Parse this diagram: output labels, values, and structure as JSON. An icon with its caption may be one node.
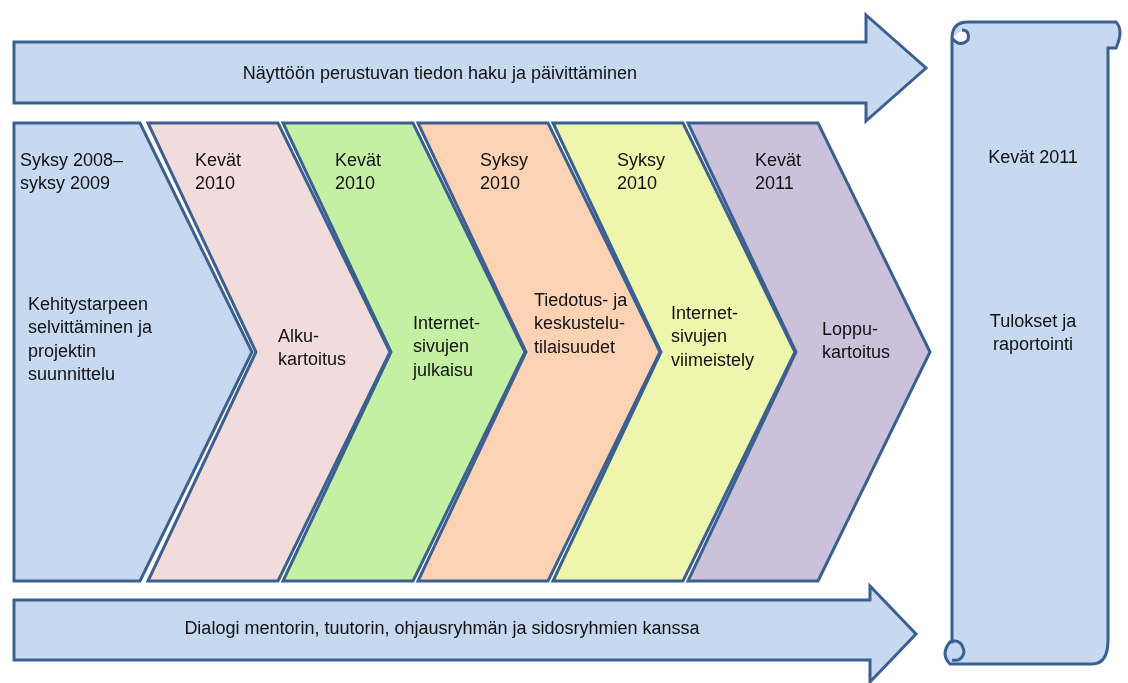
{
  "diagram": {
    "nodes": [
      {
        "text": [
          "Näyttöön perustuvan tiedon haku ja päivittäminen"
        ]
      },
      {
        "text": [
          "Syksy 2008–syksy 2009",
          "Kehitystarpeen selvittäminen ja projektin suunnittelu"
        ]
      },
      {
        "text": [
          "Kevät 2010",
          "Alku-kartoitus"
        ]
      },
      {
        "text": [
          "Kevät 2010",
          "Internet-sivujen julkaisu"
        ]
      },
      {
        "text": [
          "Syksy 2010",
          "Tiedotus- ja keskustelu-tilaisuudet"
        ]
      },
      {
        "text": [
          "Syksy 2010",
          "Internet-sivujen viimeistely"
        ]
      },
      {
        "text": [
          "Kevät 2011",
          "Loppu-kartoitus"
        ]
      },
      {
        "text": [
          "Kevät 2011",
          "Tulokset ja raportointi"
        ]
      },
      {
        "text": [
          "Dialogi mentorin, tuutorin, ohjausryhmän ja sidosryhmien kanssa"
        ]
      }
    ]
  }
}
